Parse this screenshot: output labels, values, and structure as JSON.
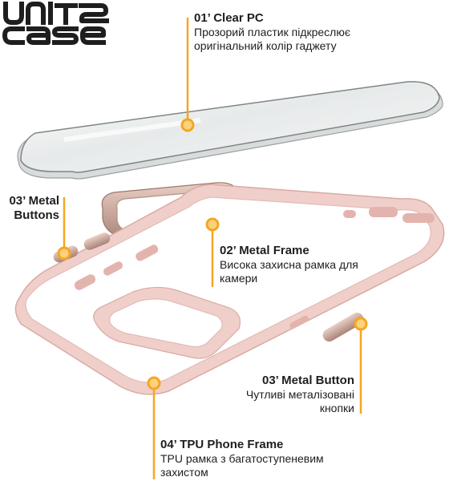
{
  "brand": {
    "logo_line1": "UNIT2",
    "logo_line2": "CASE"
  },
  "colors": {
    "accent": "#f5a623",
    "pink_frame": "#f4d4d0",
    "pink_dark": "#e3b4ad",
    "metal": "#c9a79b",
    "glass": "#eef0f0"
  },
  "annotations": [
    {
      "id": "clear_pc",
      "title": "01’ Clear PC",
      "desc": "Прозорий пластик підкреслює оригінальний колір гаджету"
    },
    {
      "id": "metal_frame",
      "title": "02’ Metal Frame",
      "desc": "Висока захисна рамка для камери"
    },
    {
      "id": "metal_buttons_left",
      "title": "03’ Metal Buttons",
      "desc": ""
    },
    {
      "id": "metal_button_right",
      "title": "03’ Metal Button",
      "desc": "Чутливі металізовані кнопки"
    },
    {
      "id": "tpu_frame",
      "title": "04’ TPU Phone Frame",
      "desc": "TPU рамка з багатоступеневим захистом"
    }
  ]
}
